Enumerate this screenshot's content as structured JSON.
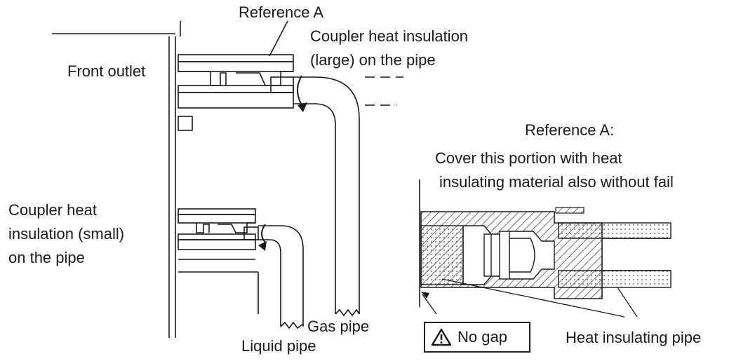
{
  "labels": {
    "reference_a": "Reference A",
    "coupler_large_line1": "Coupler heat insulation",
    "coupler_large_line2": "(large) on the pipe",
    "front_outlet": "Front outlet",
    "reference_a_detail": "Reference A:",
    "cover_line1": "Cover this portion with heat",
    "cover_line2": "insulating material also without fail",
    "coupler_small_line1": "Coupler heat",
    "coupler_small_line2": "insulation (small)",
    "coupler_small_line3": "on the pipe",
    "gas_pipe": "Gas pipe",
    "liquid_pipe": "Liquid pipe",
    "no_gap": "No gap",
    "heat_insulating_pipe": "Heat insulating pipe"
  },
  "icons": {
    "warning": "warning-triangle-icon"
  },
  "colors": {
    "line": "#1a1a1a",
    "background": "#ffffff"
  }
}
